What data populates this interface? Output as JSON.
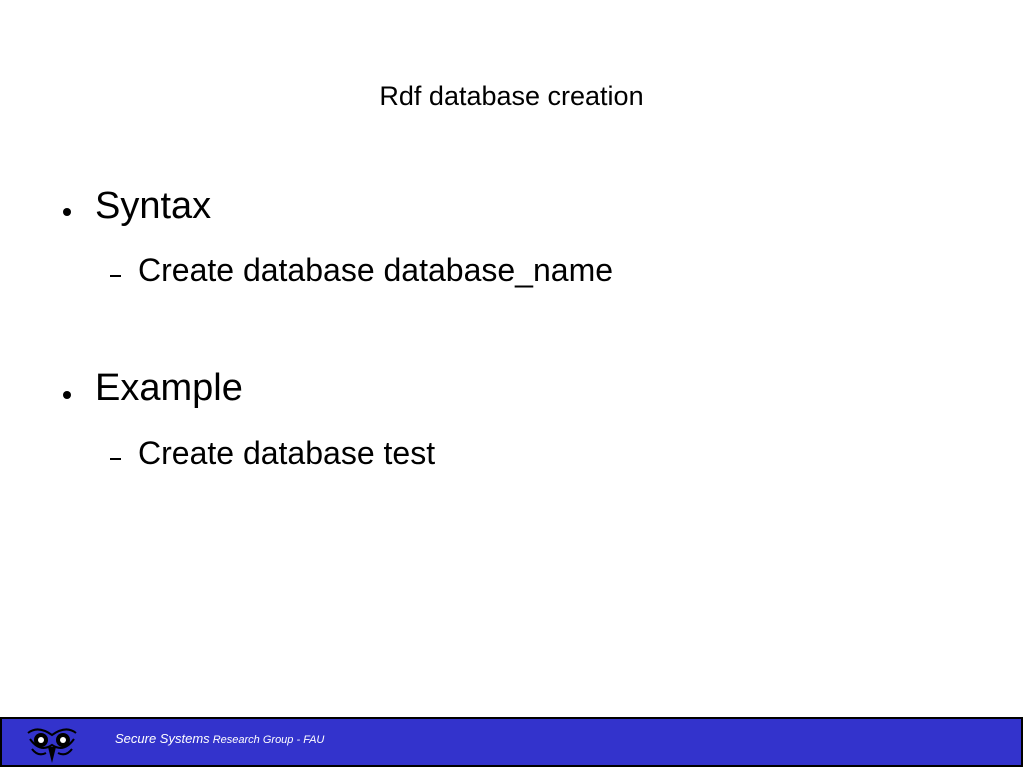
{
  "slide": {
    "title": "Rdf database creation",
    "bullets": [
      {
        "text": "Syntax",
        "sub": [
          "Create database database_name"
        ]
      },
      {
        "text": "Example",
        "sub": [
          "Create database test"
        ]
      }
    ]
  },
  "footer": {
    "text_part1": "Secure Systems",
    "text_part2": " Research Group - FAU",
    "logo_icon": "owl-logo-icon",
    "background_color": "#3333cc"
  }
}
